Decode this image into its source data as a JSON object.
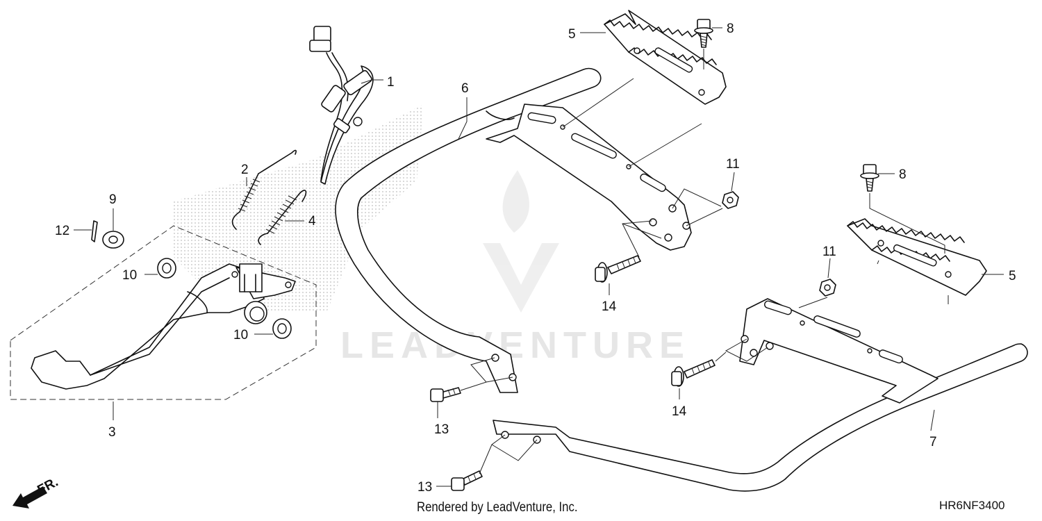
{
  "watermark": "LEADVENTURE",
  "direction_label": "FR.",
  "footer": {
    "credit": "Rendered by LeadVenture, Inc.",
    "diagram_code": "HR6NF3400"
  },
  "callouts": {
    "c1": "1",
    "c2": "2",
    "c3": "3",
    "c4": "4",
    "c5a": "5",
    "c5b": "5",
    "c6": "6",
    "c7": "7",
    "c8a": "8",
    "c8b": "8",
    "c9": "9",
    "c10a": "10",
    "c10b": "10",
    "c11a": "11",
    "c11b": "11",
    "c12": "12",
    "c13a": "13",
    "c13b": "13",
    "c14a": "14",
    "c14b": "14"
  },
  "colors": {
    "line": "#111111",
    "watermark": "#e6e6e6",
    "background": "#ffffff"
  }
}
